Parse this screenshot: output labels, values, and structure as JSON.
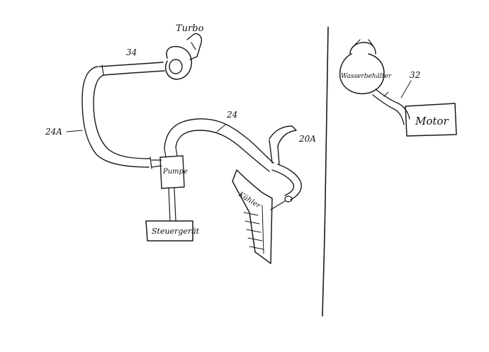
{
  "labels": {
    "turbo": "Turbo",
    "hose_34": "34",
    "hose_24a": "24A",
    "hose_24": "24",
    "hose_20a": "20A",
    "pump": "Pumpe",
    "control_unit": "Steuergerät",
    "radiator": "Kühler",
    "reservoir": "Wasserbehälter",
    "hose_32": "32",
    "engine": "Motor"
  },
  "colors": {
    "ink": "#1a1a1a",
    "paper": "#ffffff"
  }
}
